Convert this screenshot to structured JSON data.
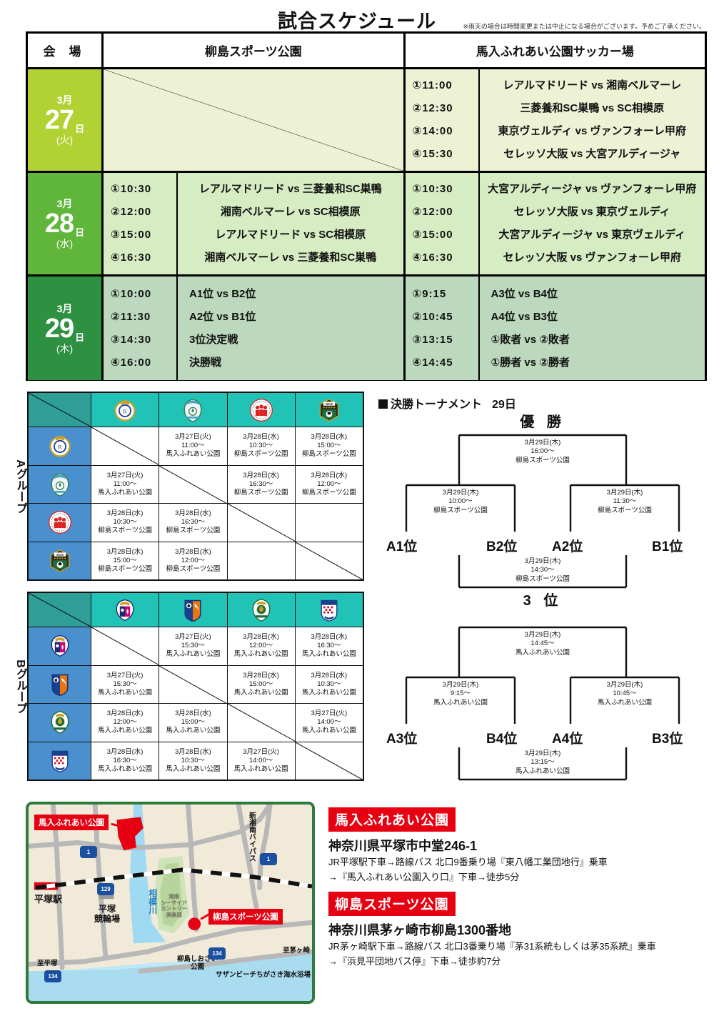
{
  "title": "試合スケジュール",
  "rain_note": "※雨天の場合は時間変更または中止になる場合がございます。予めご了承ください。",
  "schedule": {
    "header": {
      "venue_label": "会 場",
      "venue_left": "柳島スポーツ公園",
      "venue_right": "馬入ふれあい公園サッカー場"
    },
    "days": [
      {
        "month": "3月",
        "day": "27",
        "day_unit": "日",
        "weekday": "(火)",
        "color": "#b2d234",
        "row_bg": "#edf2d5",
        "left_empty": true,
        "left": [],
        "right": [
          {
            "no": "①",
            "time": "11:00",
            "match": "レアルマドリード vs 湘南ベルマーレ"
          },
          {
            "no": "②",
            "time": "12:30",
            "match": "三菱養和SC巣鴨 vs SC相模原"
          },
          {
            "no": "③",
            "time": "14:00",
            "match": "東京ヴェルディ vs ヴァンフォーレ甲府"
          },
          {
            "no": "④",
            "time": "15:30",
            "match": "セレッソ大阪 vs 大宮アルディージャ"
          }
        ]
      },
      {
        "month": "3月",
        "day": "28",
        "day_unit": "日",
        "weekday": "(水)",
        "color": "#5fb63a",
        "row_bg": "#d6edc4",
        "left_empty": false,
        "left": [
          {
            "no": "①",
            "time": "10:30",
            "match": "レアルマドリード vs 三菱養和SC巣鴨"
          },
          {
            "no": "②",
            "time": "12:00",
            "match": "湘南ベルマーレ vs SC相模原"
          },
          {
            "no": "③",
            "time": "15:00",
            "match": "レアルマドリード vs SC相模原"
          },
          {
            "no": "④",
            "time": "16:30",
            "match": "湘南ベルマーレ vs 三菱養和SC巣鴨"
          }
        ],
        "right": [
          {
            "no": "①",
            "time": "10:30",
            "match": "大宮アルディージャ vs ヴァンフォーレ甲府"
          },
          {
            "no": "②",
            "time": "12:00",
            "match": "セレッソ大阪 vs 東京ヴェルディ"
          },
          {
            "no": "③",
            "time": "15:00",
            "match": "大宮アルディージャ vs 東京ヴェルディ"
          },
          {
            "no": "④",
            "time": "16:30",
            "match": "セレッソ大阪 vs ヴァンフォーレ甲府"
          }
        ]
      },
      {
        "month": "3月",
        "day": "29",
        "day_unit": "日",
        "weekday": "(木)",
        "color": "#2e9141",
        "row_bg": "#bcd9bd",
        "left_empty": false,
        "left": [
          {
            "no": "①",
            "time": "10:00",
            "match": "A1位 vs B2位"
          },
          {
            "no": "②",
            "time": "11:30",
            "match": "A2位 vs B1位"
          },
          {
            "no": "③",
            "time": "14:30",
            "match": "3位決定戦"
          },
          {
            "no": "④",
            "time": "16:00",
            "match": "決勝戦"
          }
        ],
        "right": [
          {
            "no": "①",
            "time": "9:15",
            "match": "A3位 vs B4位"
          },
          {
            "no": "②",
            "time": "10:45",
            "match": "A4位 vs B3位"
          },
          {
            "no": "③",
            "time": "13:15",
            "match": "①敗者 vs ②敗者"
          },
          {
            "no": "④",
            "time": "14:45",
            "match": "①勝者 vs ②勝者"
          }
        ]
      }
    ]
  },
  "groups": [
    {
      "label": "Aグループ",
      "teams": [
        "レアルマドリード",
        "湘南ベルマーレ",
        "三菱養和SC巣鴨",
        "SC相模原"
      ],
      "crests": [
        "real-madrid",
        "shonan-bellmare",
        "mitsudoshi-yowa",
        "sc-sagamihara"
      ],
      "matrix": [
        [
          null,
          {
            "date": "3月27日(火)",
            "time": "11:00〜",
            "venue": "馬入ふれあい公園"
          },
          {
            "date": "3月28日(水)",
            "time": "10:30〜",
            "venue": "柳島スポーツ公園"
          },
          {
            "date": "3月28日(水)",
            "time": "15:00〜",
            "venue": "柳島スポーツ公園"
          }
        ],
        [
          {
            "date": "3月27日(火)",
            "time": "11:00〜",
            "venue": "馬入ふれあい公園"
          },
          null,
          {
            "date": "3月28日(水)",
            "time": "16:30〜",
            "venue": "柳島スポーツ公園"
          },
          {
            "date": "3月28日(水)",
            "time": "12:00〜",
            "venue": "柳島スポーツ公園"
          }
        ],
        [
          {
            "date": "3月28日(水)",
            "time": "10:30〜",
            "venue": "柳島スポーツ公園"
          },
          {
            "date": "3月28日(水)",
            "time": "16:30〜",
            "venue": "柳島スポーツ公園"
          },
          null,
          {
            "empty": true
          }
        ],
        [
          {
            "date": "3月28日(水)",
            "time": "15:00〜",
            "venue": "柳島スポーツ公園"
          },
          {
            "date": "3月28日(水)",
            "time": "12:00〜",
            "venue": "柳島スポーツ公園"
          },
          {
            "empty": true
          },
          null
        ]
      ]
    },
    {
      "label": "Bグループ",
      "teams": [
        "セレッソ大阪",
        "大宮アルディージャ",
        "東京ヴェルディ",
        "ヴァンフォーレ甲府"
      ],
      "crests": [
        "cerezo-osaka",
        "omiya-ardija",
        "tokyo-verdy",
        "ventforet-kofu"
      ],
      "matrix": [
        [
          null,
          {
            "date": "3月27日(火)",
            "time": "15:30〜",
            "venue": "馬入ふれあい公園"
          },
          {
            "date": "3月28日(水)",
            "time": "12:00〜",
            "venue": "馬入ふれあい公園"
          },
          {
            "date": "3月28日(水)",
            "time": "16:30〜",
            "venue": "馬入ふれあい公園"
          }
        ],
        [
          {
            "date": "3月27日(火)",
            "time": "15:30〜",
            "venue": "馬入ふれあい公園"
          },
          null,
          {
            "date": "3月28日(水)",
            "time": "15:00〜",
            "venue": "馬入ふれあい公園"
          },
          {
            "date": "3月28日(水)",
            "time": "10:30〜",
            "venue": "馬入ふれあい公園"
          }
        ],
        [
          {
            "date": "3月28日(水)",
            "time": "12:00〜",
            "venue": "馬入ふれあい公園"
          },
          {
            "date": "3月28日(水)",
            "time": "15:00〜",
            "venue": "馬入ふれあい公園"
          },
          null,
          {
            "date": "3月27日(火)",
            "time": "14:00〜",
            "venue": "馬入ふれあい公園"
          }
        ],
        [
          {
            "date": "3月28日(水)",
            "time": "16:30〜",
            "venue": "馬入ふれあい公園"
          },
          {
            "date": "3月28日(水)",
            "time": "10:30〜",
            "venue": "馬入ふれあい公園"
          },
          {
            "date": "3月27日(火)",
            "time": "14:00〜",
            "venue": "馬入ふれあい公園"
          },
          null
        ]
      ]
    }
  ],
  "bracket": {
    "title": "決勝トーナメント",
    "title_day": "29日",
    "top": {
      "crown": "優 勝",
      "bottom_title": "3 位",
      "final": {
        "date": "3月29日(木)",
        "time": "16:00〜",
        "venue": "柳島スポーツ公園"
      },
      "semi_l": {
        "date": "3月29日(木)",
        "time": "10:00〜",
        "venue": "柳島スポーツ公園"
      },
      "semi_r": {
        "date": "3月29日(木)",
        "time": "11:30〜",
        "venue": "柳島スポーツ公園"
      },
      "third": {
        "date": "3月29日(木)",
        "time": "14:30〜",
        "venue": "柳島スポーツ公園"
      },
      "seeds": [
        "A1位",
        "B2位",
        "A2位",
        "B1位"
      ]
    },
    "bottom": {
      "final": {
        "date": "3月29日(木)",
        "time": "14:45〜",
        "venue": "馬入ふれあい公園"
      },
      "semi_l": {
        "date": "3月29日(木)",
        "time": "9:15〜",
        "venue": "馬入ふれあい公園"
      },
      "semi_r": {
        "date": "3月29日(木)",
        "time": "10:45〜",
        "venue": "馬入ふれあい公園"
      },
      "third": {
        "date": "3月29日(木)",
        "time": "13:15〜",
        "venue": "馬入ふれあい公園"
      },
      "seeds": [
        "A3位",
        "B4位",
        "A4位",
        "B3位"
      ]
    }
  },
  "map": {
    "label_banyu": "馬入ふれあい公園",
    "label_yanagishima": "柳島スポーツ公園",
    "station": "平塚駅",
    "keirin": "平塚\n競輪場",
    "river": "相模川",
    "golf": "湘南\nシーサイド\nカントリー\n倶楽部",
    "shiosai": "柳島しおさい\n公園",
    "beach": "サザンビーチちがさき海水浴場",
    "to_hiratsuka": "至平塚",
    "to_chigasaki": "至茅ヶ崎",
    "bypass": "新湘南バイパス",
    "routes": {
      "r1a": "1",
      "r1b": "1",
      "r129": "129",
      "r134a": "134",
      "r134b": "134"
    }
  },
  "access": [
    {
      "tag": "馬入ふれあい公園",
      "address": "神奈川県平塚市中堂246-1",
      "route_line1": "JR平塚駅下車→路線バス 北口9番乗り場『東八幡工業団地行』乗車",
      "route_line2": "→『馬入ふれあい公園入り口』下車→徒歩5分"
    },
    {
      "tag": "柳島スポーツ公園",
      "address": "神奈川県茅ヶ崎市柳島1300番地",
      "route_line1": "JR茅ヶ崎駅下車→路線バス 北口3番乗り場『茅31系統もしくは茅35系統』乗車",
      "route_line2": "→『浜見平団地バス停』下車→徒歩約7分"
    }
  ]
}
